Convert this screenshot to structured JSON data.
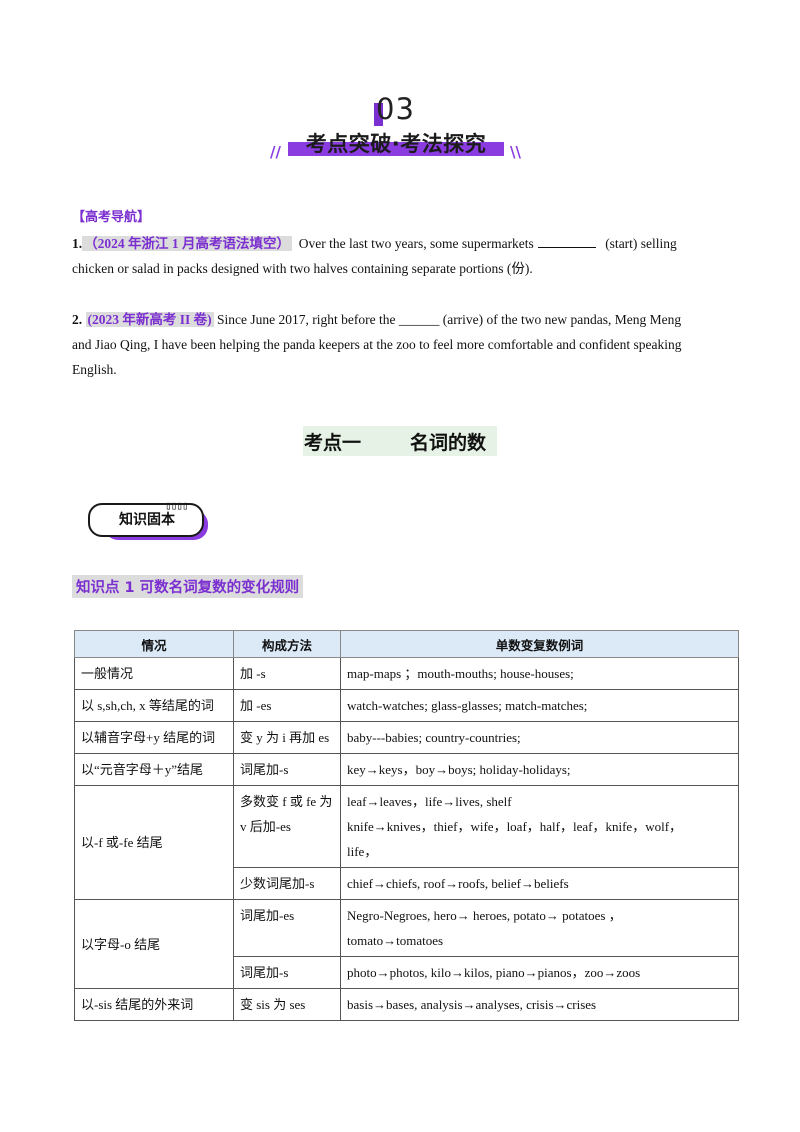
{
  "header": {
    "number": "03",
    "title": "考点突破·考法探究",
    "left_deco": "//",
    "right_deco": "\\\\"
  },
  "guide": {
    "label": "【高考导航】",
    "q1": {
      "num": "1.",
      "source": "（2024 年浙江 1 月高考语法填空）",
      "text_a": "Over the last two years, some supermarkets",
      "text_b": "(start) selling",
      "text_c": "chicken or salad in packs designed  with two halves containing separate portions (份)."
    },
    "q2": {
      "num": "2.",
      "source": "(2023 年新高考 II 卷)",
      "text_a": "Since June 2017, right before the ______ (arrive) of the two new pandas, Meng Meng",
      "text_b": "and Jiao Qing, I have been helping the panda keepers at the zoo to feel more comfortable and confident  speaking",
      "text_c": "English."
    }
  },
  "section": {
    "part1": "考点一",
    "part2": "名词的数"
  },
  "badge": {
    "label": "知识固本"
  },
  "knowledge_point": {
    "title": "知识点 1  可数名词复数的变化规则"
  },
  "table": {
    "headers": [
      "情况",
      "构成方法",
      "单数变复数例词"
    ],
    "r1": {
      "c1": "一般情况",
      "c2": "加  -s",
      "c3": "map-maps  ；mouth-mouths;  house-houses;"
    },
    "r2": {
      "c1": "以 s,sh,ch, x 等结尾的词",
      "c2": "加  -es",
      "c3": "watch-watches;  glass-glasses;  match-matches;"
    },
    "r3": {
      "c1": "以辅音字母+y 结尾的词",
      "c2": "变 y 为 i 再加 es",
      "c3": "baby---babies;  country-countries;"
    },
    "r4": {
      "c1": "以“元音字母＋y”结尾",
      "c2": "词尾加-s",
      "c3": "key→keys，boy→boys;  holiday-holidays;"
    },
    "r5": {
      "c1": "以-f 或-fe 结尾",
      "c2a": "多数变 f 或 fe 为 v 后加-es",
      "c3a_line1": "leaf→leaves，life→lives,  shelf",
      "c3a_line2": "knife→knives，thief，wife，loaf，half，leaf，knife，wolf，",
      "c3a_line3": "life，",
      "c2b": "少数词尾加-s",
      "c3b": "chief→chiefs,  roof→roofs,  belief→beliefs"
    },
    "r6": {
      "c1": "以字母-o 结尾",
      "c2a": "词尾加-es",
      "c3a_line1": "Negro-Negroes,  hero→  heroes,  potato→  potatoes  ，",
      "c3a_line2": "tomato→tomatoes",
      "c2b": "词尾加-s",
      "c3b": "photo→photos,  kilo→kilos,  piano→pianos，zoo→zoos"
    },
    "r7": {
      "c1": "以-sis 结尾的外来词",
      "c2": "变 sis 为 ses",
      "c3": "basis→bases,  analysis→analyses,  crisis→crises"
    }
  }
}
